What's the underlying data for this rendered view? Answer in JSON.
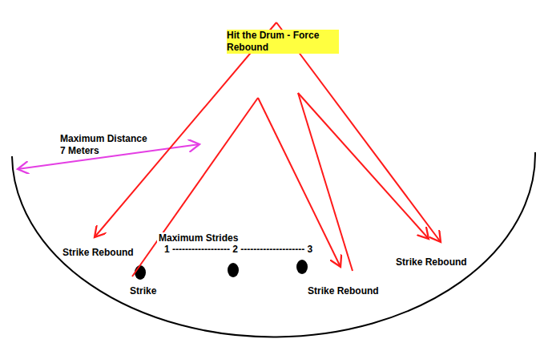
{
  "diagram": {
    "nodes": [
      {
        "text": [
          "Hit the Drum - Force Rebound"
        ]
      }
    ],
    "labels": [
      "Maximum Distance",
      "7 Meters",
      "Strike Rebound",
      "Maximum Strides",
      "1 ------------------ 2 -------------------- 3",
      "Strike",
      "Strike Rebound",
      "Strike Rebound"
    ]
  }
}
